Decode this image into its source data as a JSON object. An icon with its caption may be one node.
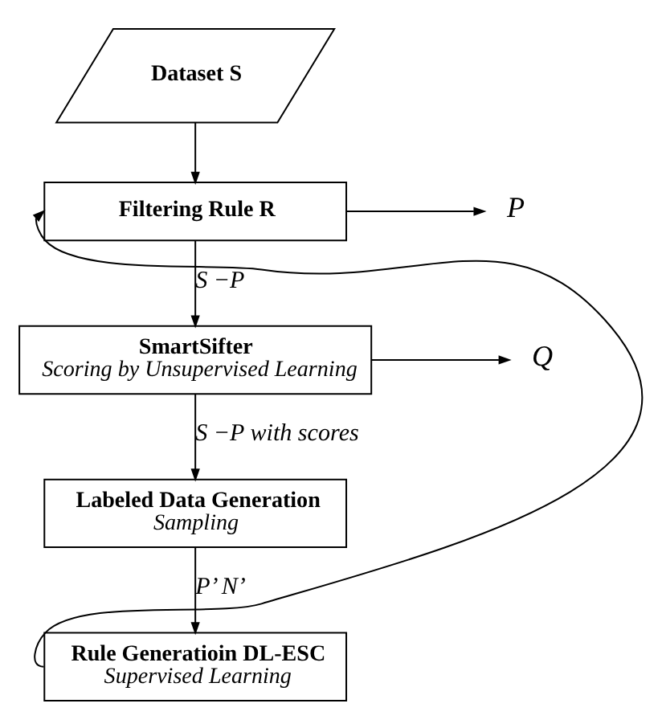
{
  "diagram": {
    "nodes": [
      {
        "text": [
          "Dataset S"
        ]
      },
      {
        "text": [
          "Filtering Rule R"
        ]
      },
      {
        "text": [
          "SmartSifter",
          "Scoring by Unsupervised Learning"
        ]
      },
      {
        "text": [
          "Labeled Data Generation",
          "Sampling"
        ]
      },
      {
        "text": [
          "Rule Generatioin DL-ESC",
          "Supervised Learning"
        ]
      },
      {
        "text": [
          "P"
        ]
      },
      {
        "text": [
          "Q"
        ]
      }
    ],
    "edges": [
      {
        "from": 0,
        "to": 1,
        "arrow": "to"
      },
      {
        "from": 1,
        "to": 5,
        "arrow": "to"
      },
      {
        "from": 1,
        "to": 2,
        "arrow": "to",
        "label": "S −P"
      },
      {
        "from": 2,
        "to": 6,
        "arrow": "to"
      },
      {
        "from": 2,
        "to": 3,
        "arrow": "to",
        "label": "S −P with scores"
      },
      {
        "from": 3,
        "to": 4,
        "arrow": "to",
        "label": "P’ N’"
      },
      {
        "from": 4,
        "to": 1,
        "arrow": "to"
      }
    ]
  }
}
